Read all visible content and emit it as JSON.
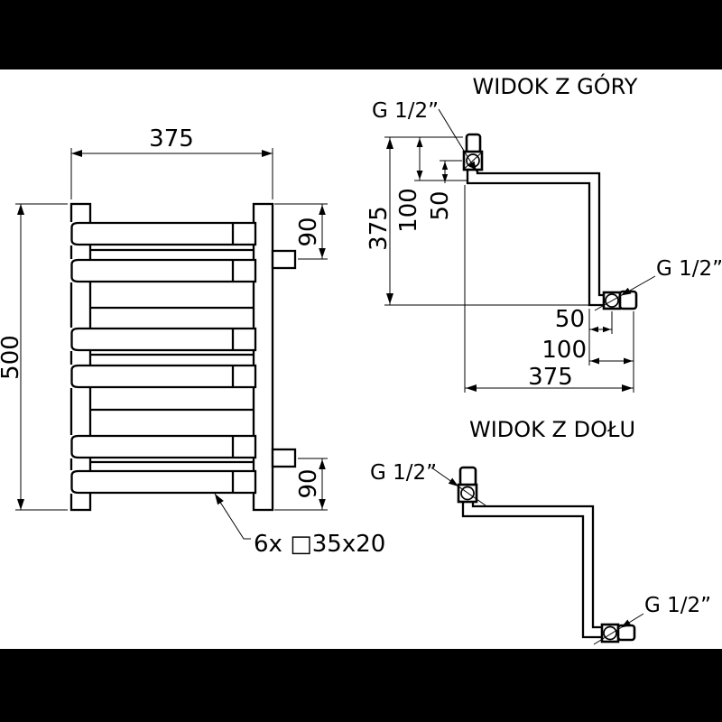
{
  "front_view": {
    "dim_width": "375",
    "dim_height": "500",
    "dim_top_connection": "90",
    "dim_bottom_connection": "90",
    "rail_spec": "6x □35x20"
  },
  "top_view": {
    "title": "WIDOK Z GÓRY",
    "connection_left": "G 1/2”",
    "connection_right": "G 1/2”",
    "dim_depth": "375",
    "dim_offset_100": "100",
    "dim_offset_50": "50",
    "dim_bottom_50": "50",
    "dim_bottom_100": "100",
    "dim_bottom_width": "375"
  },
  "bottom_view": {
    "title": "WIDOK Z DOŁU",
    "connection_left": "G 1/2”",
    "connection_right": "G 1/2”"
  },
  "colors": {
    "line": "#000000",
    "paper": "#ffffff",
    "letterbox": "#000000"
  }
}
